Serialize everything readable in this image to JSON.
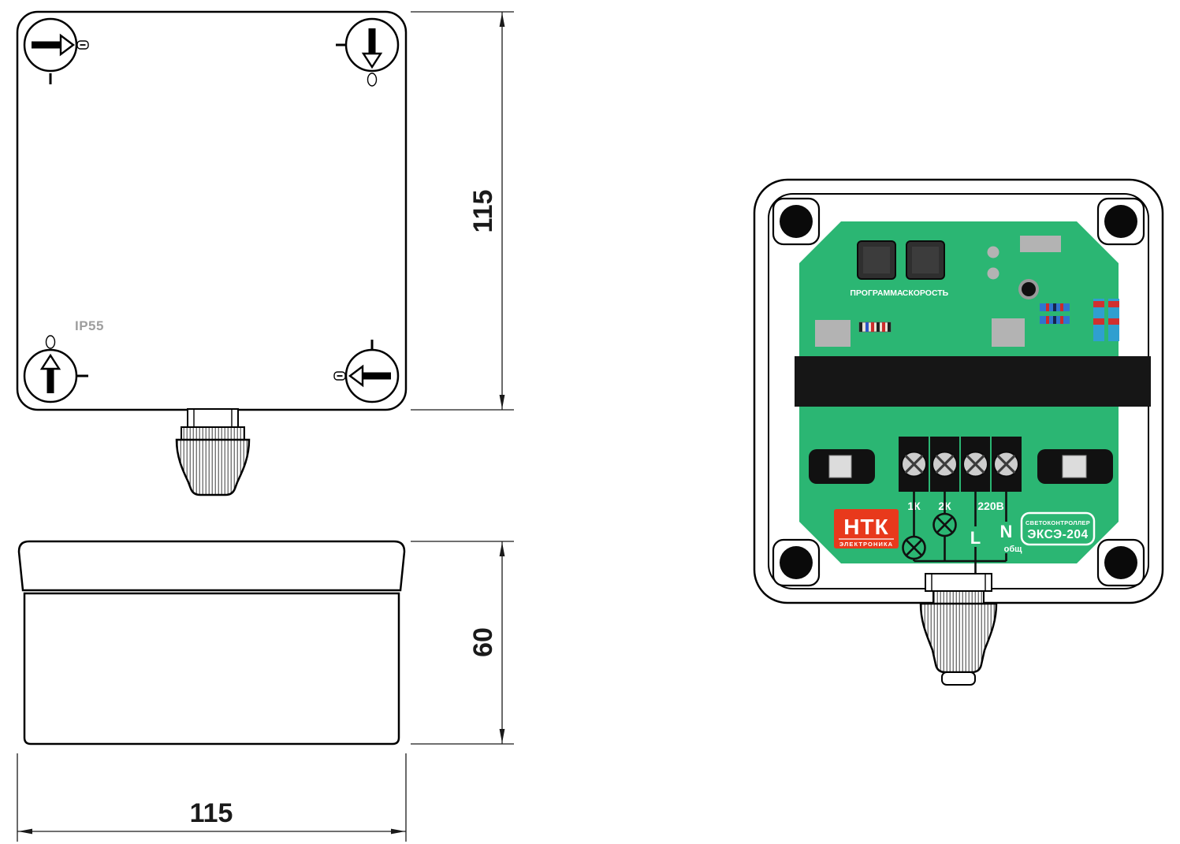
{
  "drawing": {
    "dimensions": {
      "top_view_height_mm": "115",
      "bottom_width_mm": "115",
      "side_height_mm": "60"
    },
    "top_view": {
      "ip_rating": "IP55"
    },
    "device_view": {
      "buttons": [
        {
          "label": "ПРОГРАММА"
        },
        {
          "label": "СКОРОСТЬ"
        }
      ],
      "terminal_labels": {
        "t1": "1К",
        "t2": "2К",
        "t34": "220В"
      },
      "wiring_labels": {
        "line": "L",
        "neutral": "N",
        "common": "общ"
      },
      "logo": {
        "title": "НТК",
        "subtitle": "ЭЛЕКТРОНИКА"
      },
      "product_label": {
        "type": "СВЕТОКОНТРОЛЛЕР",
        "model": "ЭКСЭ-204"
      }
    },
    "colors": {
      "pcb_green": "#2BB673",
      "logo_red": "#E8391C",
      "component_gray": "#B3B3B3",
      "relay_black": "#161616"
    }
  }
}
